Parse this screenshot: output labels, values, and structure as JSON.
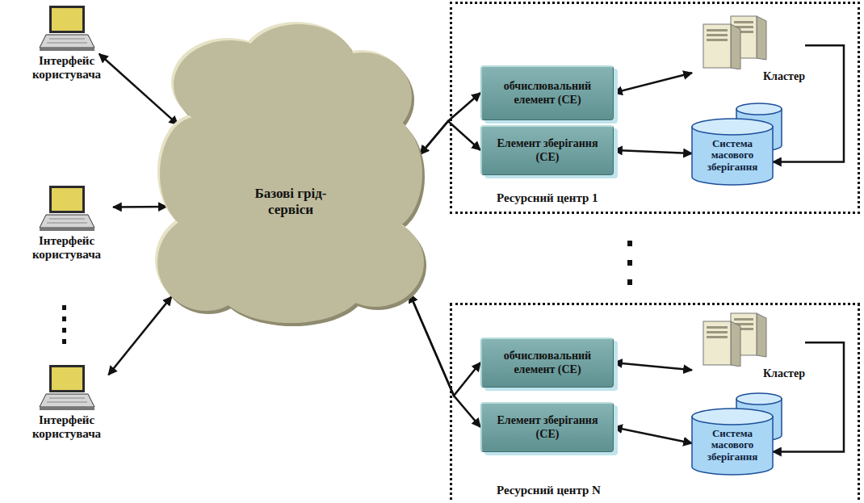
{
  "diagram": {
    "nodes": [
      {
        "text": [
          "Інтерфейс користувача"
        ]
      },
      {
        "text": [
          "Інтерфейс користувача"
        ]
      },
      {
        "text": [
          "Інтерфейс користувача"
        ]
      },
      {
        "text": [
          "Базові грід-сервіси"
        ]
      },
      {
        "text": [
          "Ресурсний центр 1"
        ]
      },
      {
        "text": [
          "обчислювальний елемент (CE)"
        ],
        "in": 4
      },
      {
        "text": [
          "Елемент зберігання (CE)"
        ],
        "in": 4
      },
      {
        "text": [
          "Кластер"
        ],
        "in": 4
      },
      {
        "text": [
          "Система масового зберігання"
        ],
        "in": 4
      },
      {
        "text": [
          "Ресурсний центр N"
        ]
      },
      {
        "text": [
          "обчислювальний елемент (CE)"
        ],
        "in": 9
      },
      {
        "text": [
          "Елемент зберігання (CE)"
        ],
        "in": 9
      },
      {
        "text": [
          "Кластер"
        ],
        "in": 9
      },
      {
        "text": [
          "Система масового зберігання"
        ],
        "in": 9
      }
    ],
    "edges": [
      {
        "from": 0,
        "to": 3,
        "arrow": "both"
      },
      {
        "from": 1,
        "to": 3,
        "arrow": "both"
      },
      {
        "from": 2,
        "to": 3,
        "arrow": "both"
      },
      {
        "from": 3,
        "to": 5,
        "arrow": "both"
      },
      {
        "from": 3,
        "to": 6,
        "arrow": "both"
      },
      {
        "from": 5,
        "to": 7,
        "arrow": "both"
      },
      {
        "from": 6,
        "to": 8,
        "arrow": "both"
      },
      {
        "from": 7,
        "to": 8,
        "arrow": "to"
      },
      {
        "from": 3,
        "to": 10,
        "arrow": "both"
      },
      {
        "from": 3,
        "to": 11,
        "arrow": "both"
      },
      {
        "from": 10,
        "to": 12,
        "arrow": "both"
      },
      {
        "from": 11,
        "to": 13,
        "arrow": "both"
      },
      {
        "from": 12,
        "to": 13,
        "arrow": "to"
      }
    ]
  }
}
